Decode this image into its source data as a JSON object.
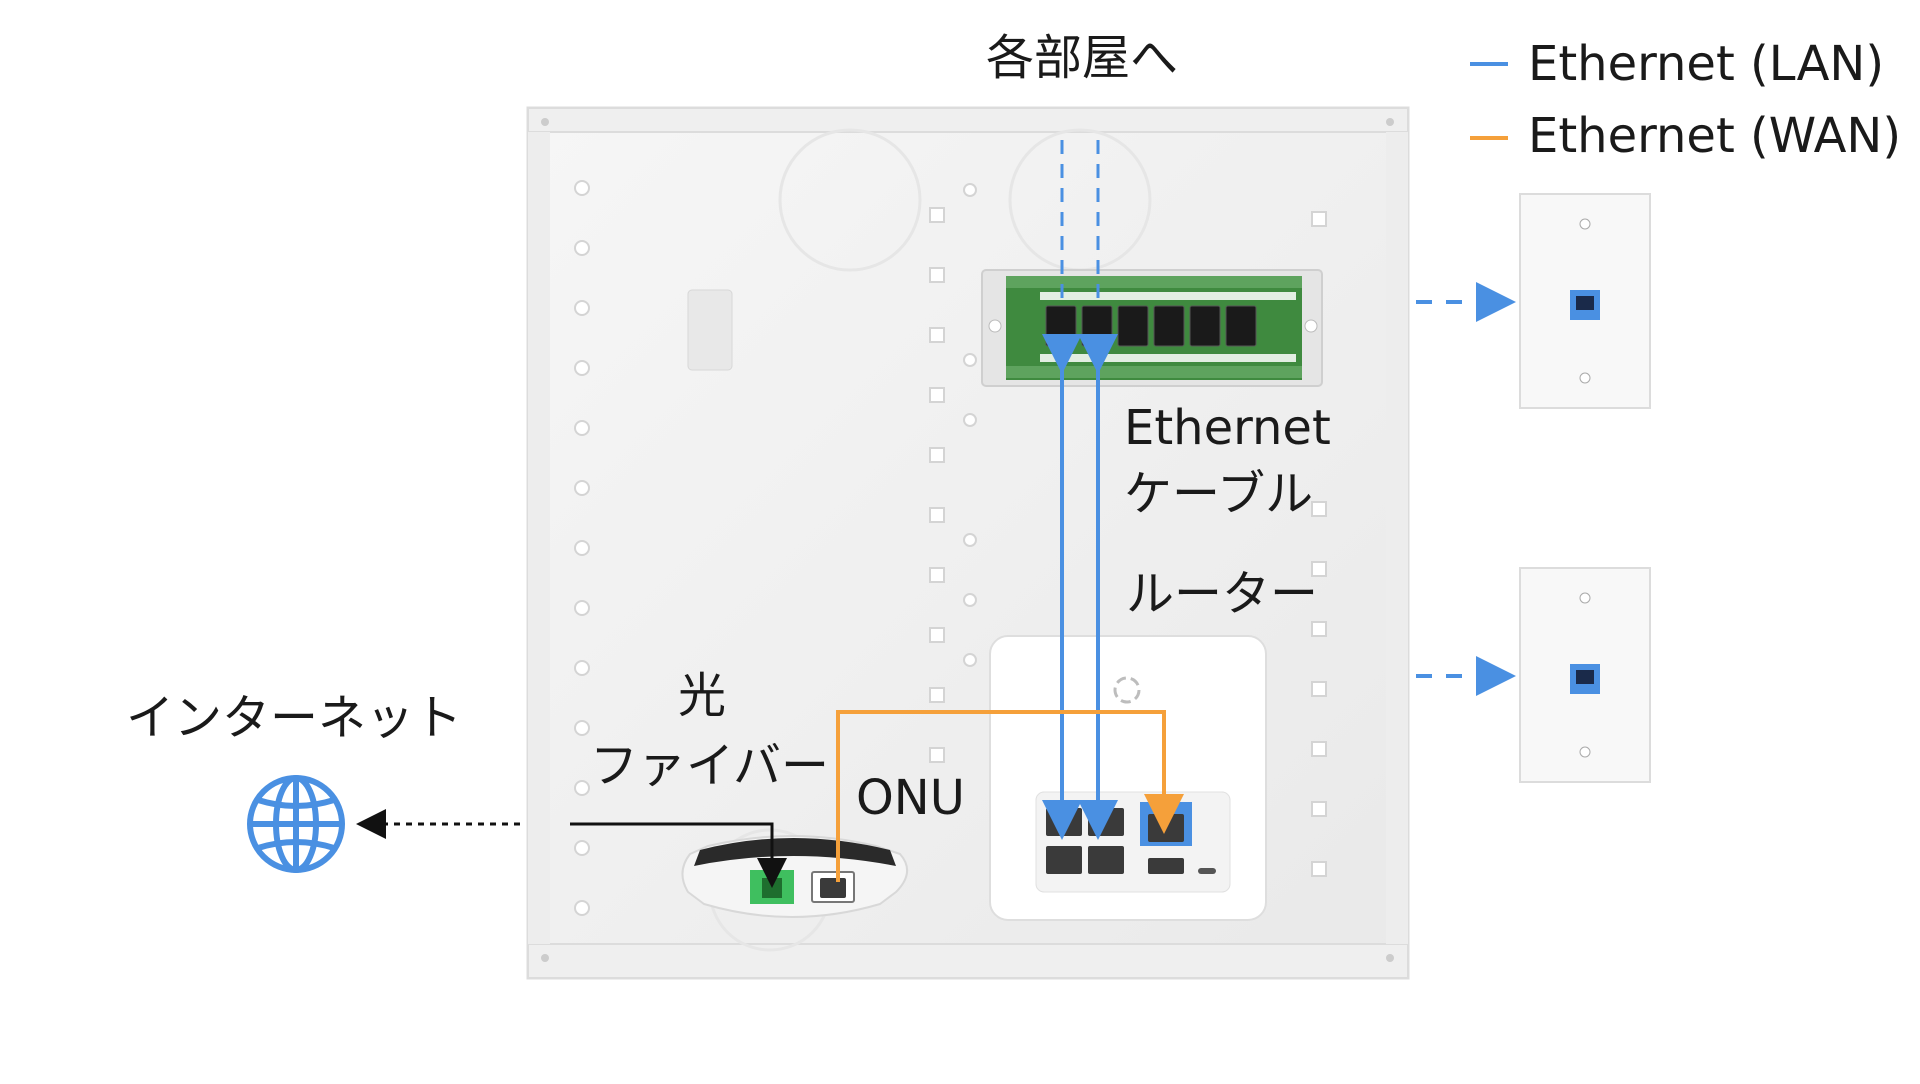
{
  "labels": {
    "top_destination": "各部屋へ",
    "ethernet_cable_line1": "Ethernet",
    "ethernet_cable_line2": "ケーブル",
    "router": "ルーター",
    "fiber_line1": "光",
    "fiber_line2": "ファイバー",
    "onu": "ONU",
    "internet": "インターネット"
  },
  "legend": [
    {
      "label": "Ethernet (LAN)",
      "color": "#4a90e2"
    },
    {
      "label": "Ethernet (WAN)",
      "color": "#f5a03a"
    }
  ],
  "colors": {
    "lan": "#4a90e2",
    "wan": "#f5a03a",
    "fiber": "#111111",
    "panel": "#f2f2f2",
    "patch_board": "#3f8a3f"
  },
  "icons": {
    "internet": "globe-icon",
    "wall_jack": "ethernet-wall-jack-icon"
  }
}
